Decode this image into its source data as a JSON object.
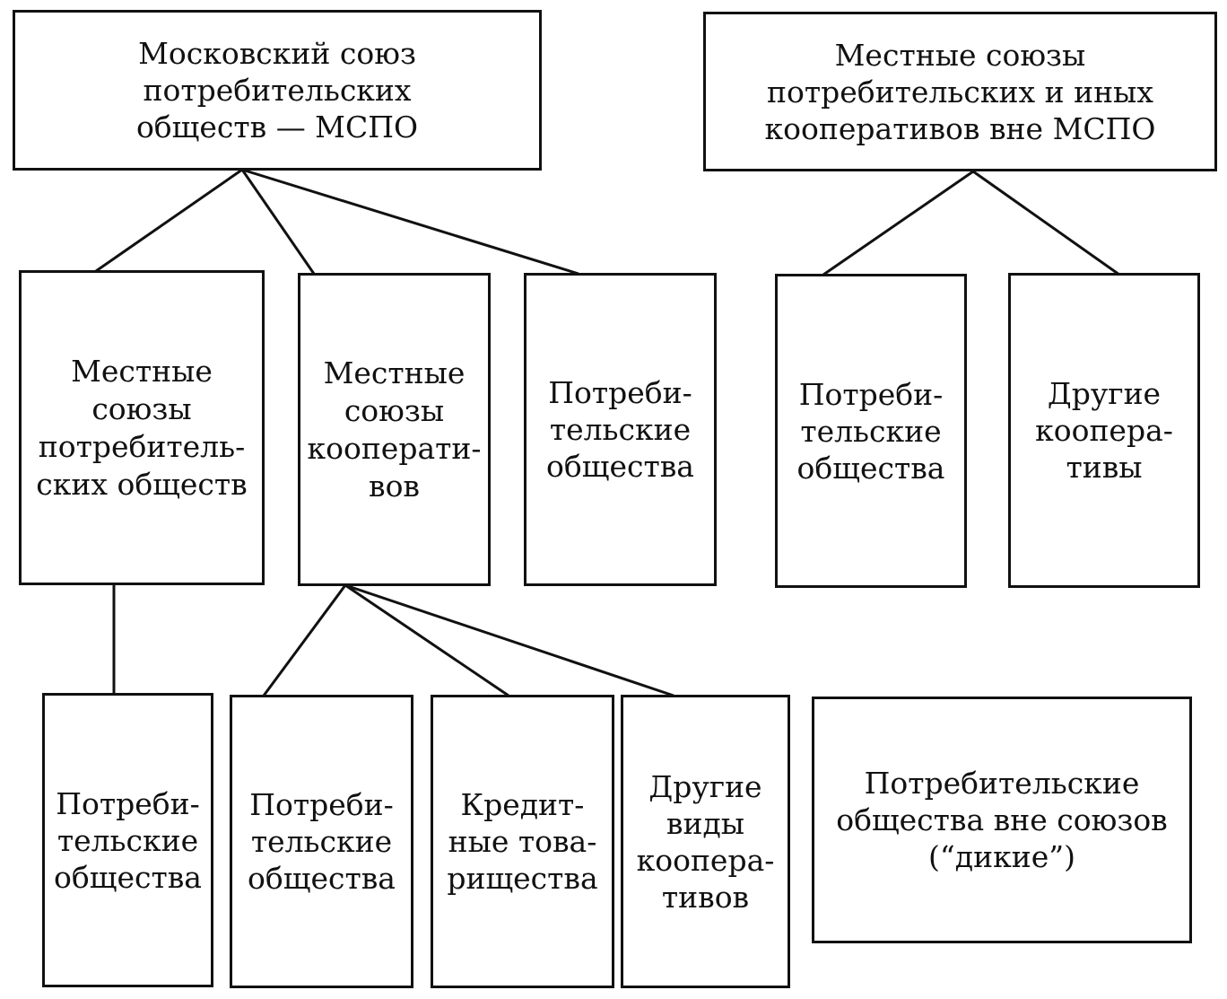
{
  "nodes": {
    "mspo": {
      "text": "Московский союз\nпотребительских\nобществ — МСПО"
    },
    "local_unions_outside": {
      "text": "Местные союзы\nпотребительских и иных\nкооперативов вне МСПО"
    },
    "local_unions_consumer": {
      "text": "Местные\nсоюзы\nпотребитель-\nских обществ"
    },
    "local_unions_coop": {
      "text": "Местные\nсоюзы\nкооперати-\nвов"
    },
    "consumer_societies_mspo": {
      "text": "Потреби-\nтельские\nобщества"
    },
    "consumer_societies_outside": {
      "text": "Потреби-\nтельские\nобщества"
    },
    "other_coops": {
      "text": "Другие\nкоопера-\nтивы"
    },
    "consumer_societies_under_unions": {
      "text": "Потреби-\nтельские\nобщества"
    },
    "consumer_societies_under_coops": {
      "text": "Потреби-\nтельские\nобщества"
    },
    "credit_partnerships": {
      "text": "Кредит-\nные това-\nрищества"
    },
    "other_coop_types": {
      "text": "Другие\nвиды\nкоопера-\nтивов"
    },
    "wild_societies": {
      "text": "Потребительские\nобщества вне союзов\n(“дикие”)"
    }
  },
  "edges": [
    [
      "mspo",
      "local_unions_consumer"
    ],
    [
      "mspo",
      "local_unions_coop"
    ],
    [
      "mspo",
      "consumer_societies_mspo"
    ],
    [
      "local_unions_outside",
      "consumer_societies_outside"
    ],
    [
      "local_unions_outside",
      "other_coops"
    ],
    [
      "local_unions_consumer",
      "consumer_societies_under_unions"
    ],
    [
      "local_unions_coop",
      "consumer_societies_under_coops"
    ],
    [
      "local_unions_coop",
      "credit_partnerships"
    ],
    [
      "local_unions_coop",
      "other_coop_types"
    ]
  ],
  "colors": {
    "line": "#111111",
    "box_fill": "#ffffff",
    "text": "#111111"
  }
}
